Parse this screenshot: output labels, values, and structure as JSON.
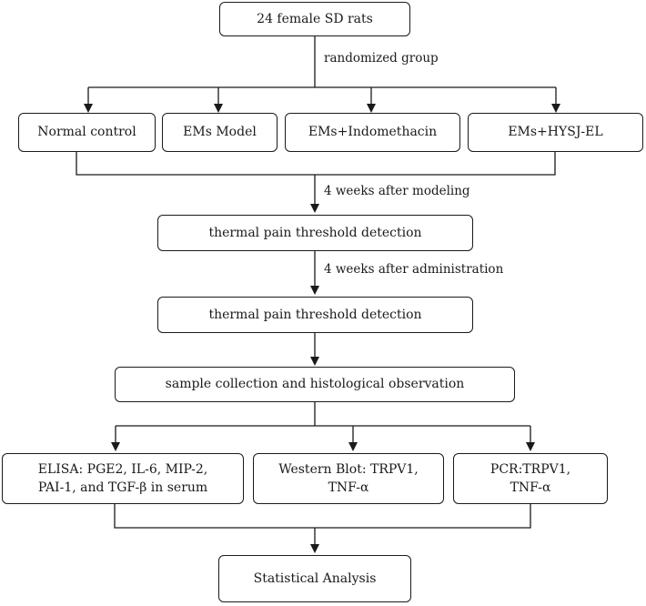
{
  "nodes": {
    "start": "24 female SD rats",
    "group_normal": "Normal control",
    "group_model": "EMs Model",
    "group_indomethacin": "EMs+Indomethacin",
    "group_hysj": "EMs+HYSJ-EL",
    "pain_test_1": "thermal pain threshold detection",
    "pain_test_2": "thermal pain threshold detection",
    "sample": "sample collection and histological observation",
    "elisa_line1": "ELISA: PGE2, IL-6, MIP-2,",
    "elisa_line2": "PAI-1, and TGF-β in serum",
    "western_line1": "Western Blot: TRPV1,",
    "western_line2": "TNF-α",
    "pcr_line1": "PCR:TRPV1,",
    "pcr_line2": "TNF-α",
    "end": "Statistical Analysis"
  },
  "edge_labels": {
    "randomize": "randomized group",
    "after_modeling": "4 weeks after modeling",
    "after_administration": "4 weeks after administration"
  }
}
